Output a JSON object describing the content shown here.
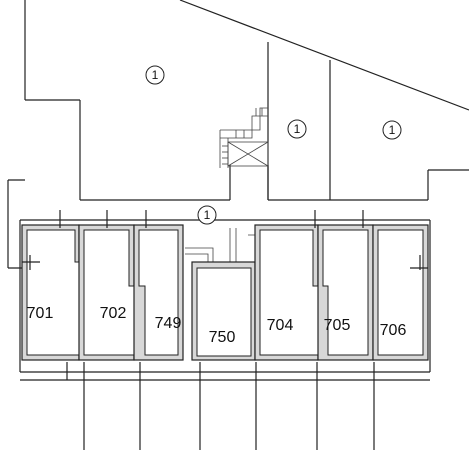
{
  "units": [
    {
      "id": "u701",
      "label": "701"
    },
    {
      "id": "u702",
      "label": "702"
    },
    {
      "id": "u749",
      "label": "749"
    },
    {
      "id": "u750",
      "label": "750"
    },
    {
      "id": "u704",
      "label": "704"
    },
    {
      "id": "u705",
      "label": "705"
    },
    {
      "id": "u706",
      "label": "706"
    }
  ],
  "zones": [
    {
      "id": "z1",
      "label": "1"
    },
    {
      "id": "z2",
      "label": "1"
    },
    {
      "id": "z3",
      "label": "1"
    },
    {
      "id": "z4",
      "label": "1"
    }
  ]
}
